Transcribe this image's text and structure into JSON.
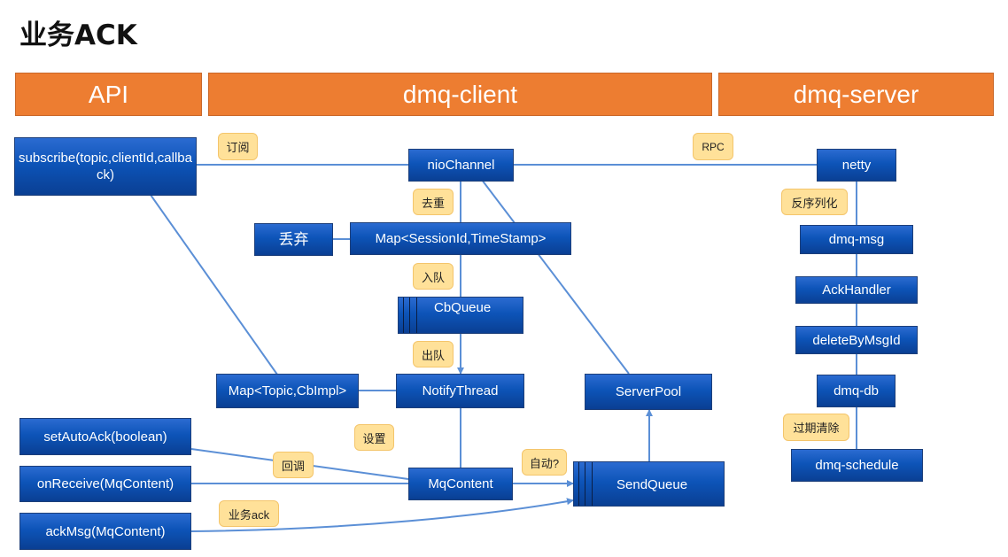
{
  "title": "业务ACK",
  "headers": [
    "API",
    "dmq-client",
    "dmq-server"
  ],
  "api": {
    "subscribe": "subscribe(topic,clientId,callback)",
    "set_auto_ack": "setAutoAck(boolean)",
    "on_receive": "onReceive(MqContent)",
    "ack_msg": "ackMsg(MqContent)"
  },
  "client": {
    "nio_channel": "nioChannel",
    "discard": "丢弃",
    "session_map": "Map<SessionId,TimeStamp>",
    "cb_queue": "CbQueue",
    "topic_map": "Map<Topic,CbImpl>",
    "notify_thread": "NotifyThread",
    "server_pool": "ServerPool",
    "mq_content": "MqContent",
    "send_queue": "SendQueue"
  },
  "server": {
    "netty": "netty",
    "dmq_msg": "dmq-msg",
    "ack_handler": "AckHandler",
    "delete_by_msg_id": "deleteByMsgId",
    "dmq_db": "dmq-db",
    "dmq_schedule": "dmq-schedule"
  },
  "labels": {
    "subscribe": "订阅",
    "rpc": "RPC",
    "dedupe": "去重",
    "enqueue": "入队",
    "dequeue": "出队",
    "deserialize": "反序列化",
    "set": "设置",
    "callback": "回调",
    "auto": "自动?",
    "business_ack": "业务ack",
    "expire_clean": "过期清除"
  },
  "colors": {
    "header": "#ED7D31",
    "box": "#0d54b8",
    "label": "#FFE199",
    "line": "#5b8fd6"
  }
}
